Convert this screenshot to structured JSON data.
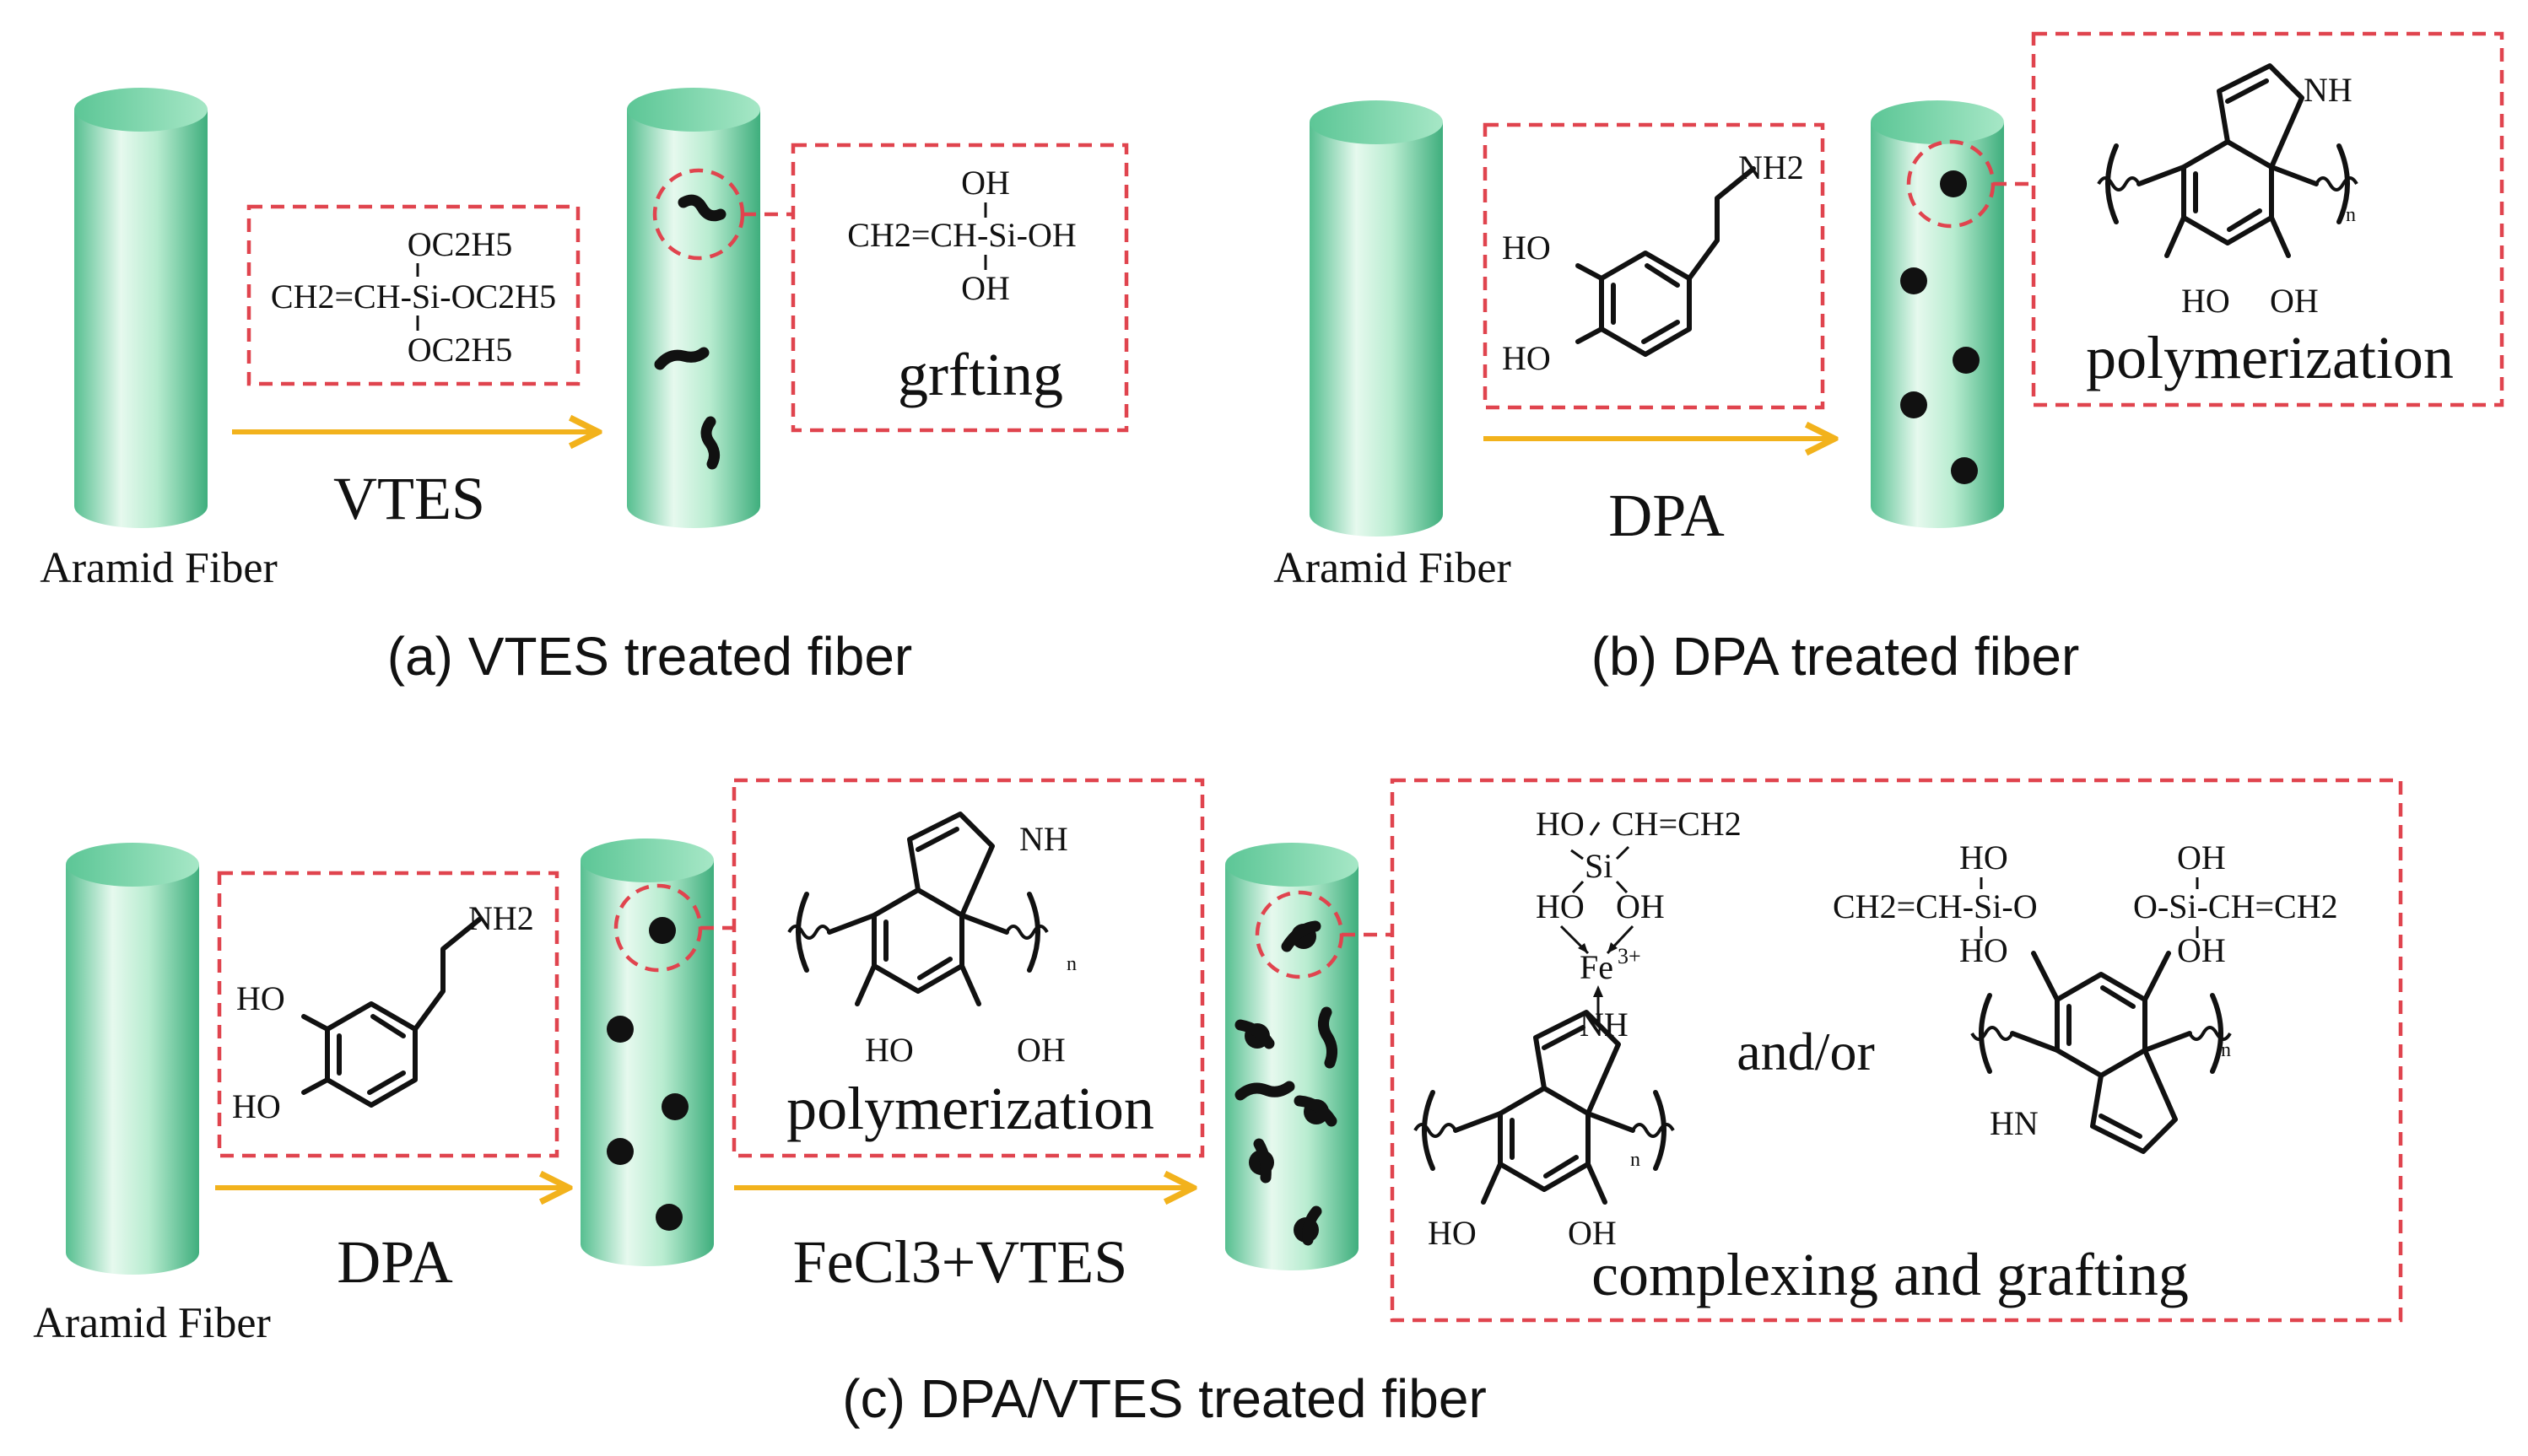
{
  "panels": {
    "a": {
      "caption": "(a) VTES treated fiber",
      "fiber_label": "Aramid Fiber",
      "reagent": "VTES",
      "vtes_formula": {
        "top": "OC2H5",
        "main": "CH2=CH-Si-OC2H5",
        "bottom": "OC2H5"
      },
      "grafted_formula": {
        "top": "OH",
        "main": "CH2=CH-Si-OH",
        "bottom": "OH"
      },
      "process": "grfting"
    },
    "b": {
      "caption": "(b) DPA treated fiber",
      "fiber_label": "Aramid Fiber",
      "reagent": "DPA",
      "dopamine": {
        "nh2": "NH2",
        "ho_top": "HO",
        "ho_bottom": "HO"
      },
      "polymer": {
        "nh": "NH",
        "ho": "HO",
        "oh": "OH",
        "n": "n"
      },
      "process": "polymerization"
    },
    "c": {
      "caption": "(c) DPA/VTES treated fiber",
      "fiber_label": "Aramid Fiber",
      "reagent1": "DPA",
      "reagent2": "FeCl3+VTES",
      "dopamine": {
        "nh2": "NH2",
        "ho_top": "HO",
        "ho_bottom": "HO"
      },
      "polymer": {
        "nh": "NH",
        "ho": "HO",
        "oh": "OH",
        "n": "n"
      },
      "process1": "polymerization",
      "complex": {
        "si_ho_left": "HO",
        "si_vinyl": "CH=CH2",
        "si": "Si",
        "si_ho_bottom": "HO",
        "si_oh_bottom": "OH",
        "fe": "Fe",
        "fe_charge": "3+",
        "nh": "NH",
        "ho": "HO",
        "oh": "OH",
        "n": "n"
      },
      "connector": "and/or",
      "grafted": {
        "ho_top_left": "HO",
        "left_chain": "CH2=CH-Si-O",
        "ho_bottom_left": "HO",
        "oh_top_right": "OH",
        "right_chain": "O-Si-CH=CH2",
        "oh_bottom_right": "OH",
        "hn": "HN",
        "n": "n"
      },
      "process2": "complexing and grafting"
    }
  },
  "colors": {
    "fiber_light": "#e8faf0",
    "fiber_mid": "#9fe0bd",
    "fiber_dark": "#48b587",
    "dashed_box": "#e0444e",
    "arrow": "#f2b21c"
  }
}
